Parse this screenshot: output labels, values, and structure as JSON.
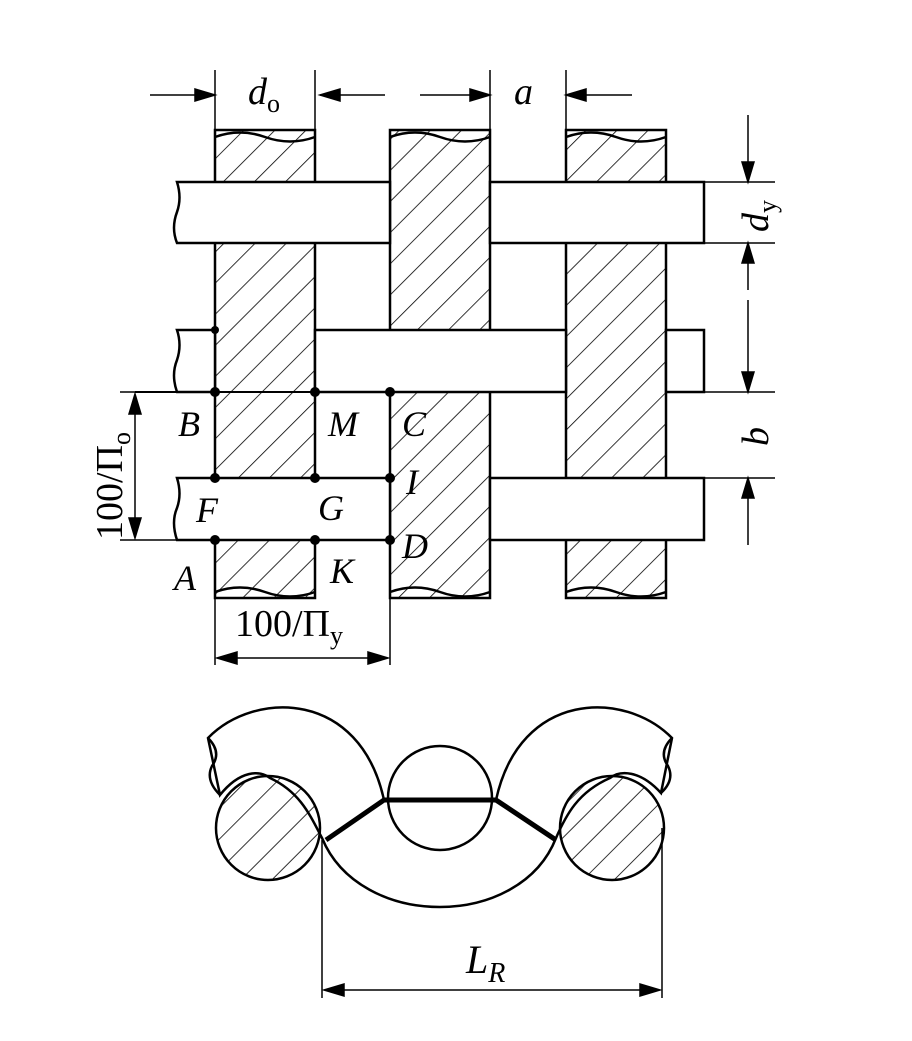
{
  "labels": {
    "d_o": "d",
    "d_o_sub": "o",
    "a": "a",
    "d_y": "d",
    "d_y_sub": "y",
    "b": "b",
    "pi_o": "100/Π",
    "pi_o_sub": "o",
    "pi_y": "100/Π",
    "pi_y_sub": "y",
    "L_R": "L",
    "L_R_sub": "R"
  },
  "points": {
    "B": "B",
    "M": "M",
    "C": "C",
    "I": "I",
    "F": "F",
    "G": "G",
    "A": "A",
    "K": "K",
    "D": "D"
  }
}
